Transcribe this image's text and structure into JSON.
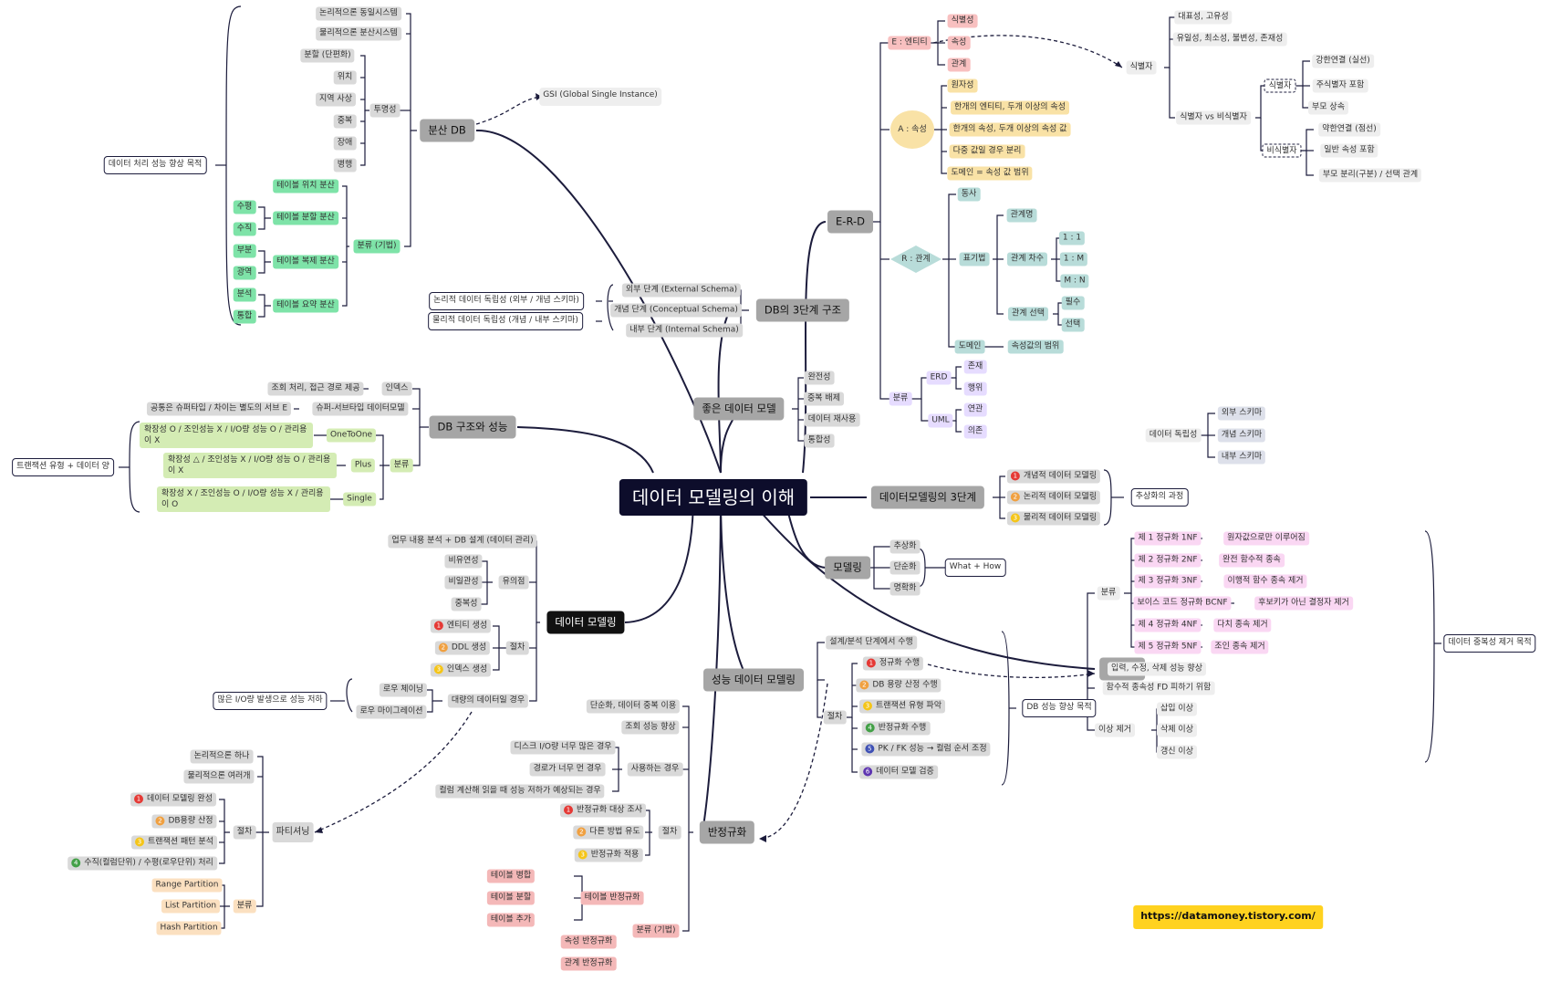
{
  "center": {
    "title": "데이터 모델링의 이해"
  },
  "dist_db": {
    "title": "분산 DB",
    "gsi": "GSI (Global Single Instance)",
    "logical": "논리적으론 동일시스템",
    "physical": "물리적으론 분산시스템",
    "transparency": {
      "label": "투명성",
      "items": [
        "분할 (단편화)",
        "위치",
        "지역 사상",
        "중복",
        "장애",
        "병행"
      ]
    },
    "classification": {
      "label": "분류 (기법)",
      "location": "테이블 위치 분산",
      "partition": {
        "label": "테이블 분할 분산",
        "items": [
          "수평",
          "수직"
        ]
      },
      "replication": {
        "label": "테이블 복제 분산",
        "items": [
          "부분",
          "광역"
        ]
      },
      "summary": {
        "label": "테이블 요약 분산",
        "items": [
          "분석",
          "통합"
        ]
      }
    },
    "purpose": "데이터 처리 성능 향상 목적"
  },
  "three_level": {
    "title": "DB의 3단계 구조",
    "levels": [
      "외부 단계 (External Schema)",
      "개념 단계 (Conceptual Schema)",
      "내부 단계 (Internal Schema)"
    ],
    "logical_independence": "논리적 데이터 독립성 (외부 / 개념 스키마)",
    "physical_independence": "물리적 데이터 독립성 (개념 / 내부 스키마)"
  },
  "good_model": {
    "title": "좋은 데이터 모델",
    "items": [
      "완전성",
      "중복 배제",
      "데이터 재사용",
      "통합성"
    ]
  },
  "structure_perf": {
    "title": "DB 구조와 성능",
    "index": {
      "label": "인덱스",
      "desc": "조회 처리, 접근 경로 제공"
    },
    "supertype": {
      "label": "슈퍼-서브타입 데이터모델",
      "desc": "공통은 슈퍼타입 / 차이는 별도의 서브 E"
    },
    "classification": {
      "label": "분류",
      "items": [
        {
          "name": "OneToOne",
          "desc": "확장성 O / 조인성능 X / I/O량 성능 O / 관리용이 X"
        },
        {
          "name": "Plus",
          "desc": "확장성 △ / 조인성능 X / I/O량 성능 O / 관리용이 X"
        },
        {
          "name": "Single",
          "desc": "확장성 X / 조인성능 O / I/O량 성능 X / 관리용이 O"
        }
      ]
    },
    "note": "트랜잭션 유형 + 데이터 양"
  },
  "data_modeling": {
    "title": "데이터 모델링",
    "business": "업무 내용 분석 + DB 설계 (데이터 관리)",
    "caution": {
      "label": "유의점",
      "items": [
        "비유연성",
        "비일관성",
        "중복성"
      ]
    },
    "procedure": {
      "label": "절차",
      "items": [
        "엔티티 생성",
        "DDL 생성",
        "인덱스 생성"
      ]
    },
    "large_data": {
      "label": "대량의 데이터일 경우",
      "items": [
        "로우 체이닝",
        "로우 마이그레이션"
      ],
      "note": "많은 I/O량 발생으로 성능 저하"
    }
  },
  "partitioning": {
    "title": "파티셔닝",
    "logical": "논리적으론 하나",
    "physical": "물리적으론 여러개",
    "procedure": {
      "label": "절차",
      "items": [
        "데이터 모델링 완성",
        "DB용량 산정",
        "트랜잭션 패턴 분석",
        "수직(컬럼단위) / 수평(로우단위) 처리"
      ]
    },
    "classification": {
      "label": "분류",
      "items": [
        "Range Partition",
        "List Partition",
        "Hash Partition"
      ]
    }
  },
  "denorm": {
    "title": "반정규화",
    "simplify": "단순화, 데이터 중복 이용",
    "lookup": "조회 성능 향상",
    "use_cases": {
      "label": "사용하는 경우",
      "items": [
        "디스크 I/O량 너무 많은 경우",
        "경로가 너무 먼 경우",
        "컬럼 계산해 읽을 때 성능 저하가 예상되는 경우"
      ]
    },
    "procedure": {
      "label": "절차",
      "items": [
        "반정규화 대상 조사",
        "다른 방법 유도",
        "반정규화 적용"
      ]
    },
    "classification": {
      "label": "분류 (기법)",
      "table": {
        "label": "테이블 반정규화",
        "items": [
          "테이블 병합",
          "테이블 분할",
          "테이블 추가"
        ]
      },
      "attribute": "속성 반정규화",
      "relation": "관계 반정규화"
    }
  },
  "perf_model": {
    "title": "성능 데이터 모델링",
    "phase": "설계/분석 단계에서 수행",
    "procedure": {
      "label": "절차",
      "items": [
        "정규화 수행",
        "DB 용량 산정 수행",
        "트랜잭션 유형 파악",
        "반정규화 수행",
        "PK / FK 성능 → 컬럼 순서 조정",
        "데이터 모델 검증"
      ]
    },
    "purpose": "DB 성능 향상 목적"
  },
  "normalization": {
    "title": "정규화",
    "classification": {
      "label": "분류",
      "forms": [
        {
          "name": "제 1 정규화 1NF",
          "desc": "원자값으로만 이루어짐"
        },
        {
          "name": "제 2 정규화 2NF",
          "desc": "완전 함수적 종속"
        },
        {
          "name": "제 3 정규화 3NF",
          "desc": "이행적 함수 종속 제거"
        },
        {
          "name": "보이스 코드 정규화 BCNF",
          "desc": "후보키가 아닌 결정자 제거"
        },
        {
          "name": "제 4 정규화 4NF",
          "desc": "다치 종속 제거"
        },
        {
          "name": "제 5 정규화 5NF",
          "desc": "조인 종속 제거"
        }
      ]
    },
    "improve": "입력, 수정, 삭제 성능 향상",
    "avoid": "함수적 종속성 FD 피하기 위함",
    "anomaly": {
      "label": "이상 제거",
      "items": [
        "삽입 이상",
        "삭제 이상",
        "갱신 이상"
      ]
    },
    "purpose": "데이터 중복성 제거 목적"
  },
  "erd": {
    "title": "E-R-D",
    "entity": {
      "label": "E : 엔티티",
      "items": [
        "식별성",
        "속성",
        "관계"
      ]
    },
    "attribute": {
      "label": "A : 속성",
      "items": [
        "원자성",
        "한개의 엔티티, 두개 이상의 속성",
        "한개의 속성, 두개 이상의 속성 값",
        "다중 값일 경우 분리",
        "도메인 = 속성 값 범위"
      ]
    },
    "relation": {
      "label": "R : 관계",
      "verb": "동사",
      "notation": {
        "label": "표기법",
        "name": "관계명",
        "degree": {
          "label": "관계 차수",
          "items": [
            "1 : 1",
            "1 : M",
            "M : N"
          ]
        },
        "optionality": {
          "label": "관계 선택",
          "items": [
            "필수",
            "선택"
          ]
        }
      },
      "domain": "도메인",
      "domain_desc": "속성값의 범위"
    },
    "classification": {
      "label": "분류",
      "erd": {
        "label": "ERD",
        "items": [
          "존재",
          "행위"
        ]
      },
      "uml": {
        "label": "UML",
        "items": [
          "연관",
          "의존"
        ]
      }
    }
  },
  "identifier": {
    "label": "식별자",
    "items": [
      "대표성, 고유성",
      "유일성, 최소성, 불변성, 존재성"
    ],
    "compare": {
      "label": "식별자 vs 비식별자",
      "identifying": {
        "label": "식별자",
        "items": [
          "강한연결 (실선)",
          "주식별자 포함",
          "부모 상속"
        ]
      },
      "non_identifying": {
        "label": "비식별자",
        "items": [
          "약한연결 (점선)",
          "일반 속성 포함",
          "부모 분리(구분) / 선택 관계"
        ]
      }
    }
  },
  "independence": {
    "label": "데이터 독립성",
    "items": [
      "외부 스키마",
      "개념 스키마",
      "내부 스키마"
    ]
  },
  "three_stages": {
    "title": "데이터모델링의 3단계",
    "items": [
      "개념적 데이터 모델링",
      "논리적 데이터 모델링",
      "물리적 데이터 모델링"
    ],
    "note": "추상화의 과정"
  },
  "modeling": {
    "title": "모델링",
    "items": [
      "추상화",
      "단순화",
      "명확화"
    ],
    "note": "What + How"
  },
  "footer": {
    "url": "https://datamoney.tistory.com/"
  }
}
